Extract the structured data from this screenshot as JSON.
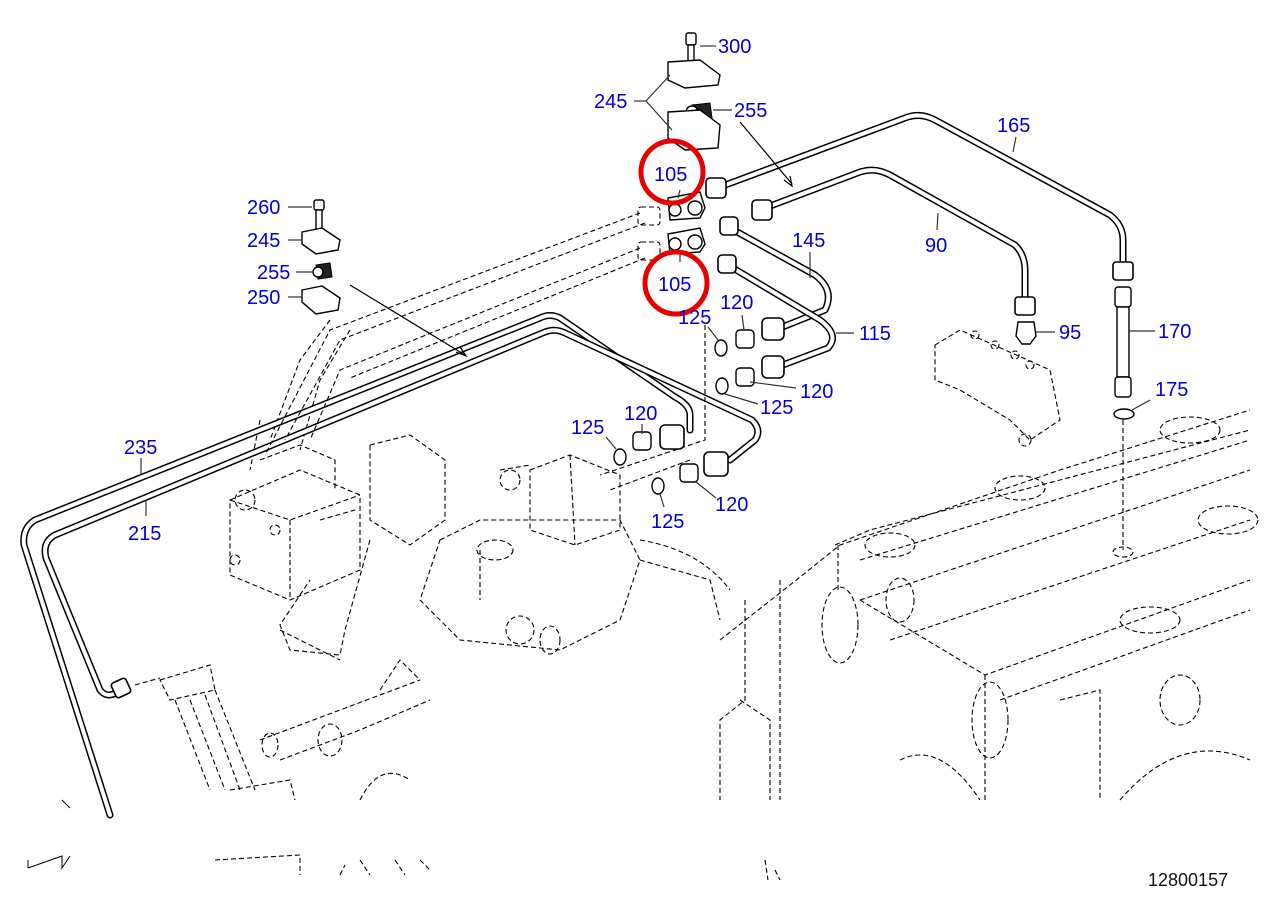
{
  "diagram": {
    "title": "Exploded parts diagram - fuel/hydraulic pipe lines",
    "document_number": "12800157",
    "callout_color": "#0000cc",
    "highlight_color": "#e60000",
    "highlighted_part": "105",
    "callouts": [
      {
        "id": "c300",
        "label": "300"
      },
      {
        "id": "c245a",
        "label": "245"
      },
      {
        "id": "c255a",
        "label": "255"
      },
      {
        "id": "c165",
        "label": "165"
      },
      {
        "id": "c105a",
        "label": "105"
      },
      {
        "id": "c90",
        "label": "90"
      },
      {
        "id": "c145",
        "label": "145"
      },
      {
        "id": "c105b",
        "label": "105"
      },
      {
        "id": "c260",
        "label": "260"
      },
      {
        "id": "c245b",
        "label": "245"
      },
      {
        "id": "c255b",
        "label": "255"
      },
      {
        "id": "c250",
        "label": "250"
      },
      {
        "id": "c120a",
        "label": "120"
      },
      {
        "id": "c125a",
        "label": "125"
      },
      {
        "id": "c115",
        "label": "115"
      },
      {
        "id": "c95",
        "label": "95"
      },
      {
        "id": "c170",
        "label": "170"
      },
      {
        "id": "c120b",
        "label": "120"
      },
      {
        "id": "c125b",
        "label": "125"
      },
      {
        "id": "c175",
        "label": "175"
      },
      {
        "id": "c235",
        "label": "235"
      },
      {
        "id": "c125c",
        "label": "125"
      },
      {
        "id": "c120c",
        "label": "120"
      },
      {
        "id": "c215",
        "label": "215"
      },
      {
        "id": "c120d",
        "label": "120"
      },
      {
        "id": "c125d",
        "label": "125"
      }
    ]
  }
}
